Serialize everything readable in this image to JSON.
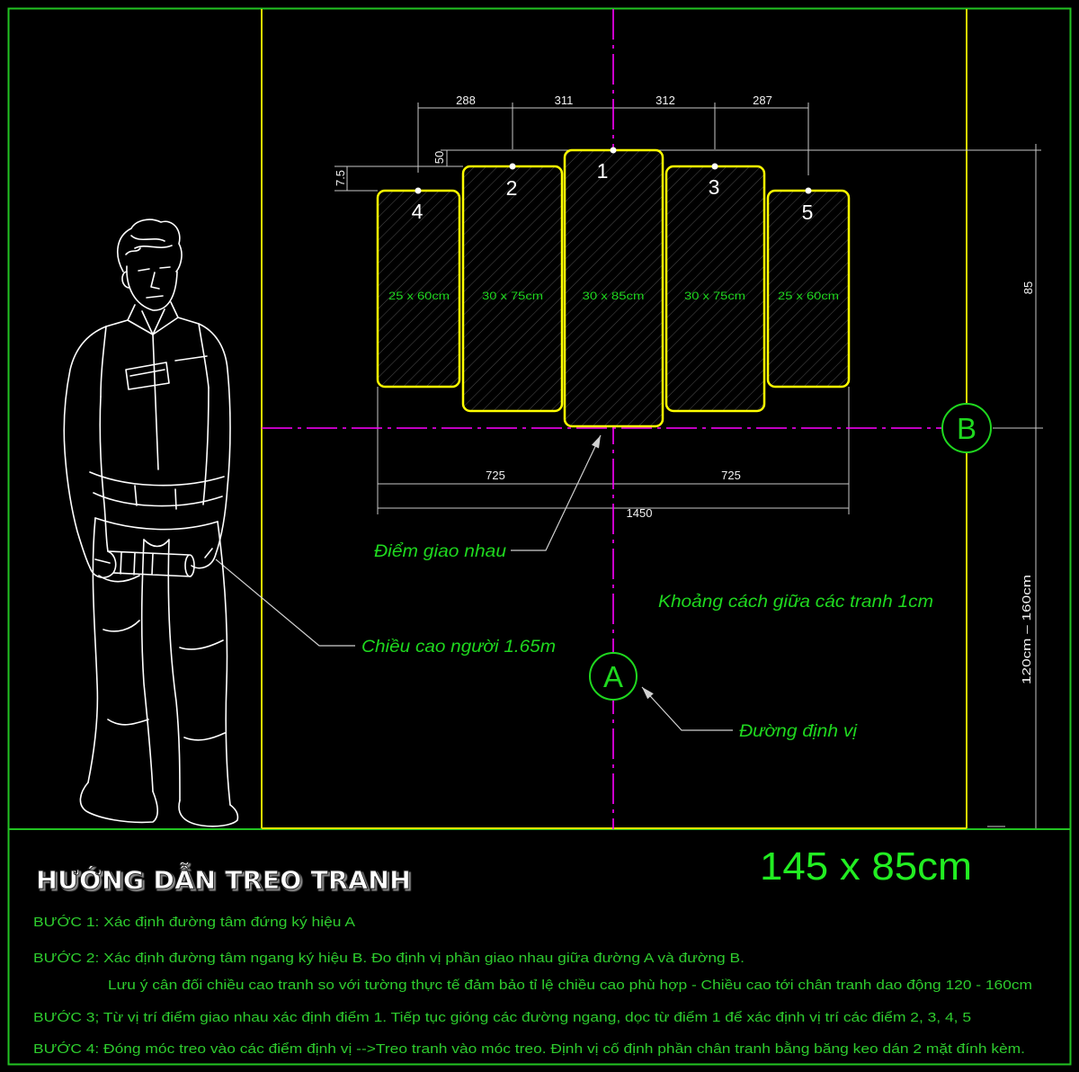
{
  "title": "HƯỚNG DẪN TREO TRANH",
  "total_size": "145 x 85cm",
  "steps": {
    "step1": "BƯỚC 1: Xác định đường tâm đứng ký hiệu A",
    "step2": "BƯỚC 2: Xác định đường tâm ngang ký hiệu B. Đo định vị phần giao nhau giữa đường A và đường B.",
    "step2_note": "Lưu ý cân đối chiều cao tranh so với tường thực tế đảm bảo tỉ lệ chiều cao phù hợp - Chiều cao tới chân tranh dao động 120 - 160cm",
    "step3": "BƯỚC 3; Từ vị trí điểm giao nhau xác định điểm 1. Tiếp tục gióng các đường ngang, dọc từ điểm 1 để xác định vị trí các điểm 2, 3, 4, 5",
    "step4": "BƯỚC 4: Đóng móc treo vào các điểm định vị -->Treo tranh vào móc treo. Định vị cố định phần chân tranh bằng băng keo dán 2 mặt đính kèm."
  },
  "markers": {
    "vertical_axis": "A",
    "horizontal_axis": "B"
  },
  "paintings": [
    {
      "number": "4",
      "size": "25 x 60cm"
    },
    {
      "number": "2",
      "size": "30 x 75cm"
    },
    {
      "number": "1",
      "size": "30 x 85cm"
    },
    {
      "number": "3",
      "size": "30 x 75cm"
    },
    {
      "number": "5",
      "size": "25 x 60cm"
    }
  ],
  "dimensions": {
    "hook_spacing": [
      "288",
      "311",
      "312",
      "287"
    ],
    "outer_top_offset": "7.5",
    "inner_top_offset": "50",
    "overall_height": "85",
    "floor_to_bottom": "120cm  –  160cm",
    "half_width_left": "725",
    "half_width_right": "725",
    "overall_width": "1450"
  },
  "annotations": {
    "intersection": "Điểm giao nhau",
    "painting_gap": "Khoảng cách giữa các tranh 1cm",
    "person_height": "Chiều cao người 1.65m",
    "locator_line": "Đường định vị"
  },
  "colors": {
    "background": "#000000",
    "frame": "#22c322",
    "wall": "#e1e100",
    "painting_outline": "#ffff00",
    "axis": "#ff00ff",
    "annotation_text": "#1fd81f",
    "dimension": "#c8c8c8",
    "step_text": "#2ecc2e",
    "size_text": "#22ee22"
  }
}
